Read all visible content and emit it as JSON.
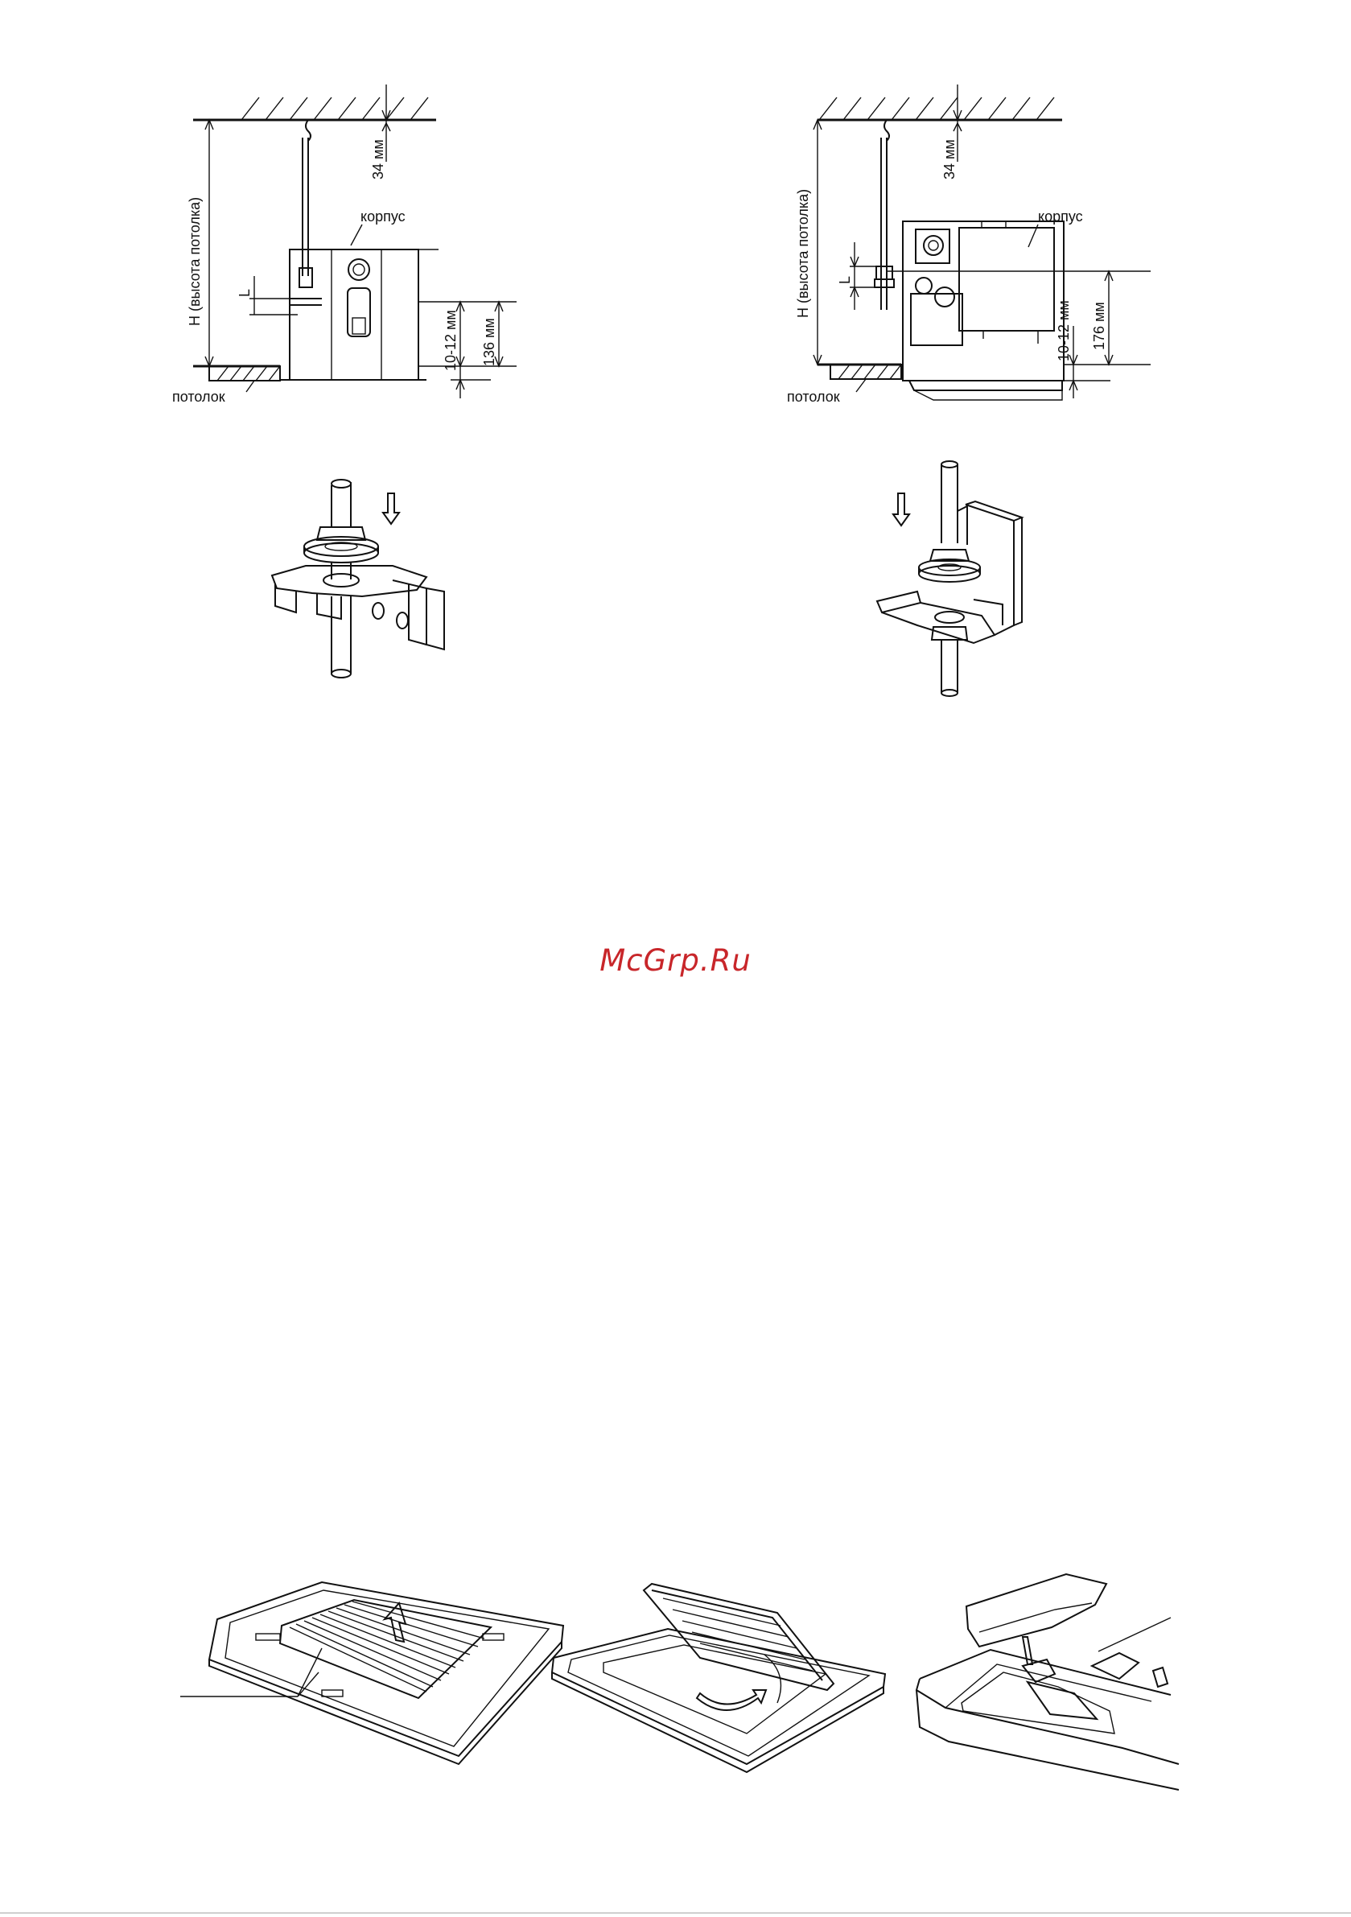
{
  "diagrams": {
    "left": {
      "housing_label": "корпус",
      "ceiling_label": "потолок",
      "height_label": "H (высота потолка)",
      "dim_top": "34 мм",
      "dim_gap": "10-12 мм",
      "dim_unit": "136 мм",
      "dim_l": "L"
    },
    "right": {
      "housing_label": "корпус",
      "ceiling_label": "потолок",
      "height_label": "H (высота потолка)",
      "dim_top": "34 мм",
      "dim_gap": "10-12 мм",
      "dim_unit": "176 мм",
      "dim_l": "L"
    }
  },
  "watermark": "McGrp.Ru",
  "icons": [
    "down-arrow-icon",
    "rotate-arrow-icon",
    "up-arrow-icon"
  ]
}
